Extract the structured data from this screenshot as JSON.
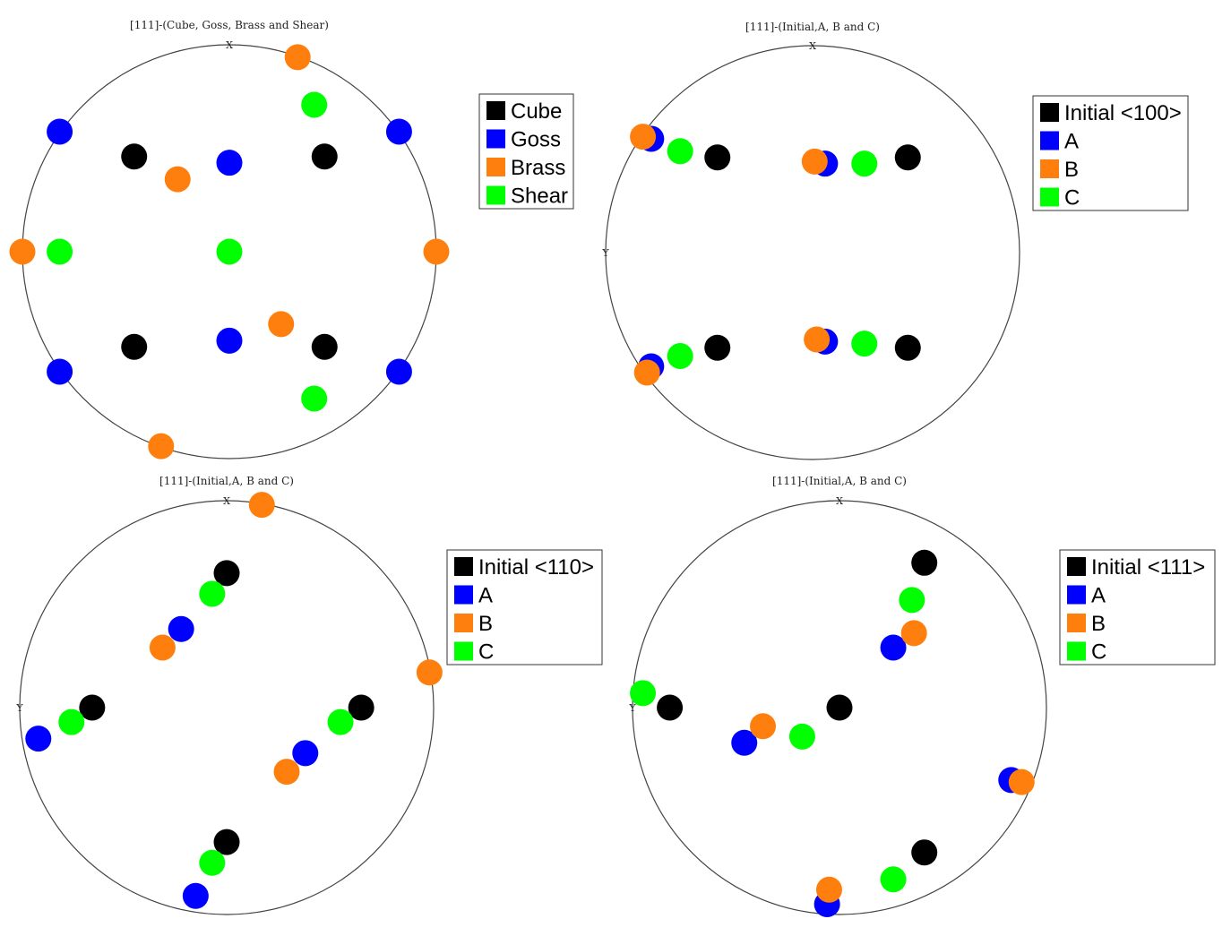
{
  "chart_data": [
    {
      "type": "scatter",
      "title": "[111]-(Cube, Goss, Brass and Shear)",
      "axis_labels": {
        "top": "X",
        "left": ""
      },
      "xlim": [
        -1,
        1
      ],
      "ylim": [
        -1,
        1
      ],
      "legend": {
        "placement": "right",
        "entries": [
          "Cube",
          "Goss",
          "Brass",
          "Shear"
        ]
      },
      "series": [
        {
          "name": "Cube",
          "color": "#000000",
          "points": [
            [
              -0.46,
              0.46
            ],
            [
              0.46,
              0.46
            ],
            [
              -0.46,
              -0.46
            ],
            [
              0.46,
              -0.46
            ]
          ]
        },
        {
          "name": "Goss",
          "color": "#0000ff",
          "points": [
            [
              -0.82,
              0.58
            ],
            [
              0.82,
              0.58
            ],
            [
              -0.82,
              -0.58
            ],
            [
              0.82,
              -0.58
            ],
            [
              0.0,
              0.43
            ],
            [
              0.0,
              -0.43
            ]
          ]
        },
        {
          "name": "Brass",
          "color": "#ff7f0e",
          "points": [
            [
              0.33,
              0.94
            ],
            [
              -0.33,
              -0.94
            ],
            [
              -1.0,
              0.0
            ],
            [
              1.0,
              0.0
            ],
            [
              -0.25,
              0.35
            ],
            [
              0.25,
              -0.35
            ]
          ]
        },
        {
          "name": "Shear",
          "color": "#00ff00",
          "points": [
            [
              0.41,
              0.71
            ],
            [
              0.41,
              -0.71
            ],
            [
              -0.82,
              0.0
            ],
            [
              0.0,
              0.0
            ]
          ]
        }
      ]
    },
    {
      "type": "scatter",
      "title": "[111]-(Initial,A, B and C)",
      "axis_labels": {
        "top": "X",
        "left": "Y"
      },
      "xlim": [
        -1,
        1
      ],
      "ylim": [
        -1,
        1
      ],
      "legend": {
        "placement": "right",
        "entries": [
          "Initial <100>",
          "A",
          "B",
          "C"
        ]
      },
      "series": [
        {
          "name": "Initial <100>",
          "color": "#000000",
          "points": [
            [
              -0.46,
              0.46
            ],
            [
              0.46,
              0.46
            ],
            [
              -0.46,
              -0.46
            ],
            [
              0.46,
              -0.46
            ]
          ]
        },
        {
          "name": "A",
          "color": "#0000ff",
          "points": [
            [
              -0.78,
              0.55
            ],
            [
              -0.78,
              -0.55
            ],
            [
              0.06,
              0.43
            ],
            [
              0.06,
              -0.43
            ]
          ]
        },
        {
          "name": "B",
          "color": "#ff7f0e",
          "points": [
            [
              -0.82,
              0.56
            ],
            [
              -0.8,
              -0.58
            ],
            [
              0.01,
              0.44
            ],
            [
              0.02,
              -0.42
            ]
          ]
        },
        {
          "name": "C",
          "color": "#00ff00",
          "points": [
            [
              -0.64,
              0.49
            ],
            [
              -0.64,
              -0.5
            ],
            [
              0.25,
              0.43
            ],
            [
              0.25,
              -0.44
            ]
          ]
        }
      ]
    },
    {
      "type": "scatter",
      "title": "[111]-(Initial,A, B and C)",
      "axis_labels": {
        "top": "X",
        "left": "Y"
      },
      "xlim": [
        -1,
        1
      ],
      "ylim": [
        -1,
        1
      ],
      "legend": {
        "placement": "right",
        "entries": [
          "Initial <110>",
          "A",
          "B",
          "C"
        ]
      },
      "series": [
        {
          "name": "Initial <110>",
          "color": "#000000",
          "points": [
            [
              0.0,
              0.65
            ],
            [
              -0.65,
              0.0
            ],
            [
              0.65,
              0.0
            ],
            [
              0.0,
              -0.65
            ]
          ]
        },
        {
          "name": "A",
          "color": "#0000ff",
          "points": [
            [
              -0.22,
              0.38
            ],
            [
              0.38,
              -0.22
            ],
            [
              -0.91,
              -0.15
            ],
            [
              -0.15,
              -0.91
            ]
          ]
        },
        {
          "name": "B",
          "color": "#ff7f0e",
          "points": [
            [
              -0.31,
              0.29
            ],
            [
              0.29,
              -0.31
            ],
            [
              0.17,
              0.98
            ],
            [
              0.98,
              0.17
            ]
          ]
        },
        {
          "name": "C",
          "color": "#00ff00",
          "points": [
            [
              -0.07,
              0.55
            ],
            [
              0.55,
              -0.07
            ],
            [
              -0.75,
              -0.07
            ],
            [
              -0.07,
              -0.75
            ]
          ]
        }
      ]
    },
    {
      "type": "scatter",
      "title": "[111]-(Initial,A, B and C)",
      "axis_labels": {
        "top": "X",
        "left": "Y"
      },
      "xlim": [
        -1,
        1
      ],
      "ylim": [
        -1,
        1
      ],
      "legend": {
        "placement": "right",
        "entries": [
          "Initial <111>",
          "A",
          "B",
          "C"
        ]
      },
      "series": [
        {
          "name": "Initial <111>",
          "color": "#000000",
          "points": [
            [
              0.0,
              0.0
            ],
            [
              0.41,
              0.7
            ],
            [
              -0.82,
              0.0
            ],
            [
              0.41,
              -0.7
            ]
          ]
        },
        {
          "name": "A",
          "color": "#0000ff",
          "points": [
            [
              0.26,
              0.29
            ],
            [
              -0.46,
              -0.17
            ],
            [
              0.83,
              -0.35
            ],
            [
              -0.06,
              -0.95
            ]
          ]
        },
        {
          "name": "B",
          "color": "#ff7f0e",
          "points": [
            [
              0.36,
              0.36
            ],
            [
              -0.37,
              -0.09
            ],
            [
              0.88,
              -0.36
            ],
            [
              -0.05,
              -0.88
            ]
          ]
        },
        {
          "name": "C",
          "color": "#00ff00",
          "points": [
            [
              0.35,
              0.52
            ],
            [
              -0.95,
              0.07
            ],
            [
              -0.18,
              -0.14
            ],
            [
              0.26,
              -0.83
            ]
          ]
        }
      ]
    }
  ]
}
